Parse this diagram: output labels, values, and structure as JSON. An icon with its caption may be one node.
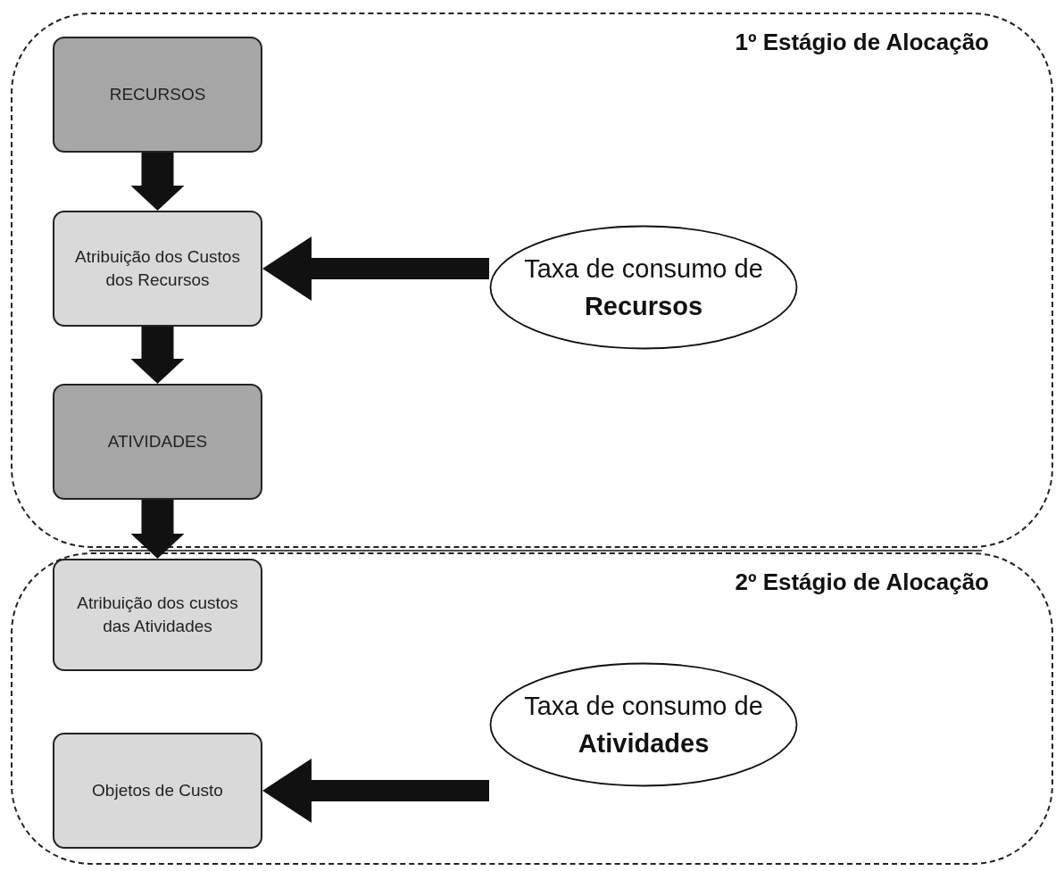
{
  "diagram": {
    "nodes": [
      {
        "text": [
          "1º Estágio de Alocação"
        ]
      },
      {
        "text": [
          "RECURSOS"
        ],
        "in": 0
      },
      {
        "text": [
          "Atribuição dos Custos dos Recursos"
        ],
        "in": 0
      },
      {
        "text": [
          "ATIVIDADES"
        ],
        "in": 0
      },
      {
        "text": [
          "Taxa de consumo de **Recursos**"
        ],
        "in": 0
      },
      {
        "text": [
          "2º Estágio de Alocação"
        ]
      },
      {
        "text": [
          "Atribuição dos custos das Atividades"
        ],
        "in": 5
      },
      {
        "text": [
          "Objetos de Custo"
        ],
        "in": 5
      },
      {
        "text": [
          "Taxa de consumo de **Atividades**"
        ],
        "in": 5
      }
    ],
    "edges": [
      {
        "from": 1,
        "to": 2,
        "arrow": "to"
      },
      {
        "from": 2,
        "to": 3,
        "arrow": "to"
      },
      {
        "from": 3,
        "to": 6,
        "arrow": "to"
      },
      {
        "from": 4,
        "to": 2,
        "arrow": "to"
      },
      {
        "from": 8,
        "to": 7,
        "arrow": "to"
      }
    ]
  }
}
